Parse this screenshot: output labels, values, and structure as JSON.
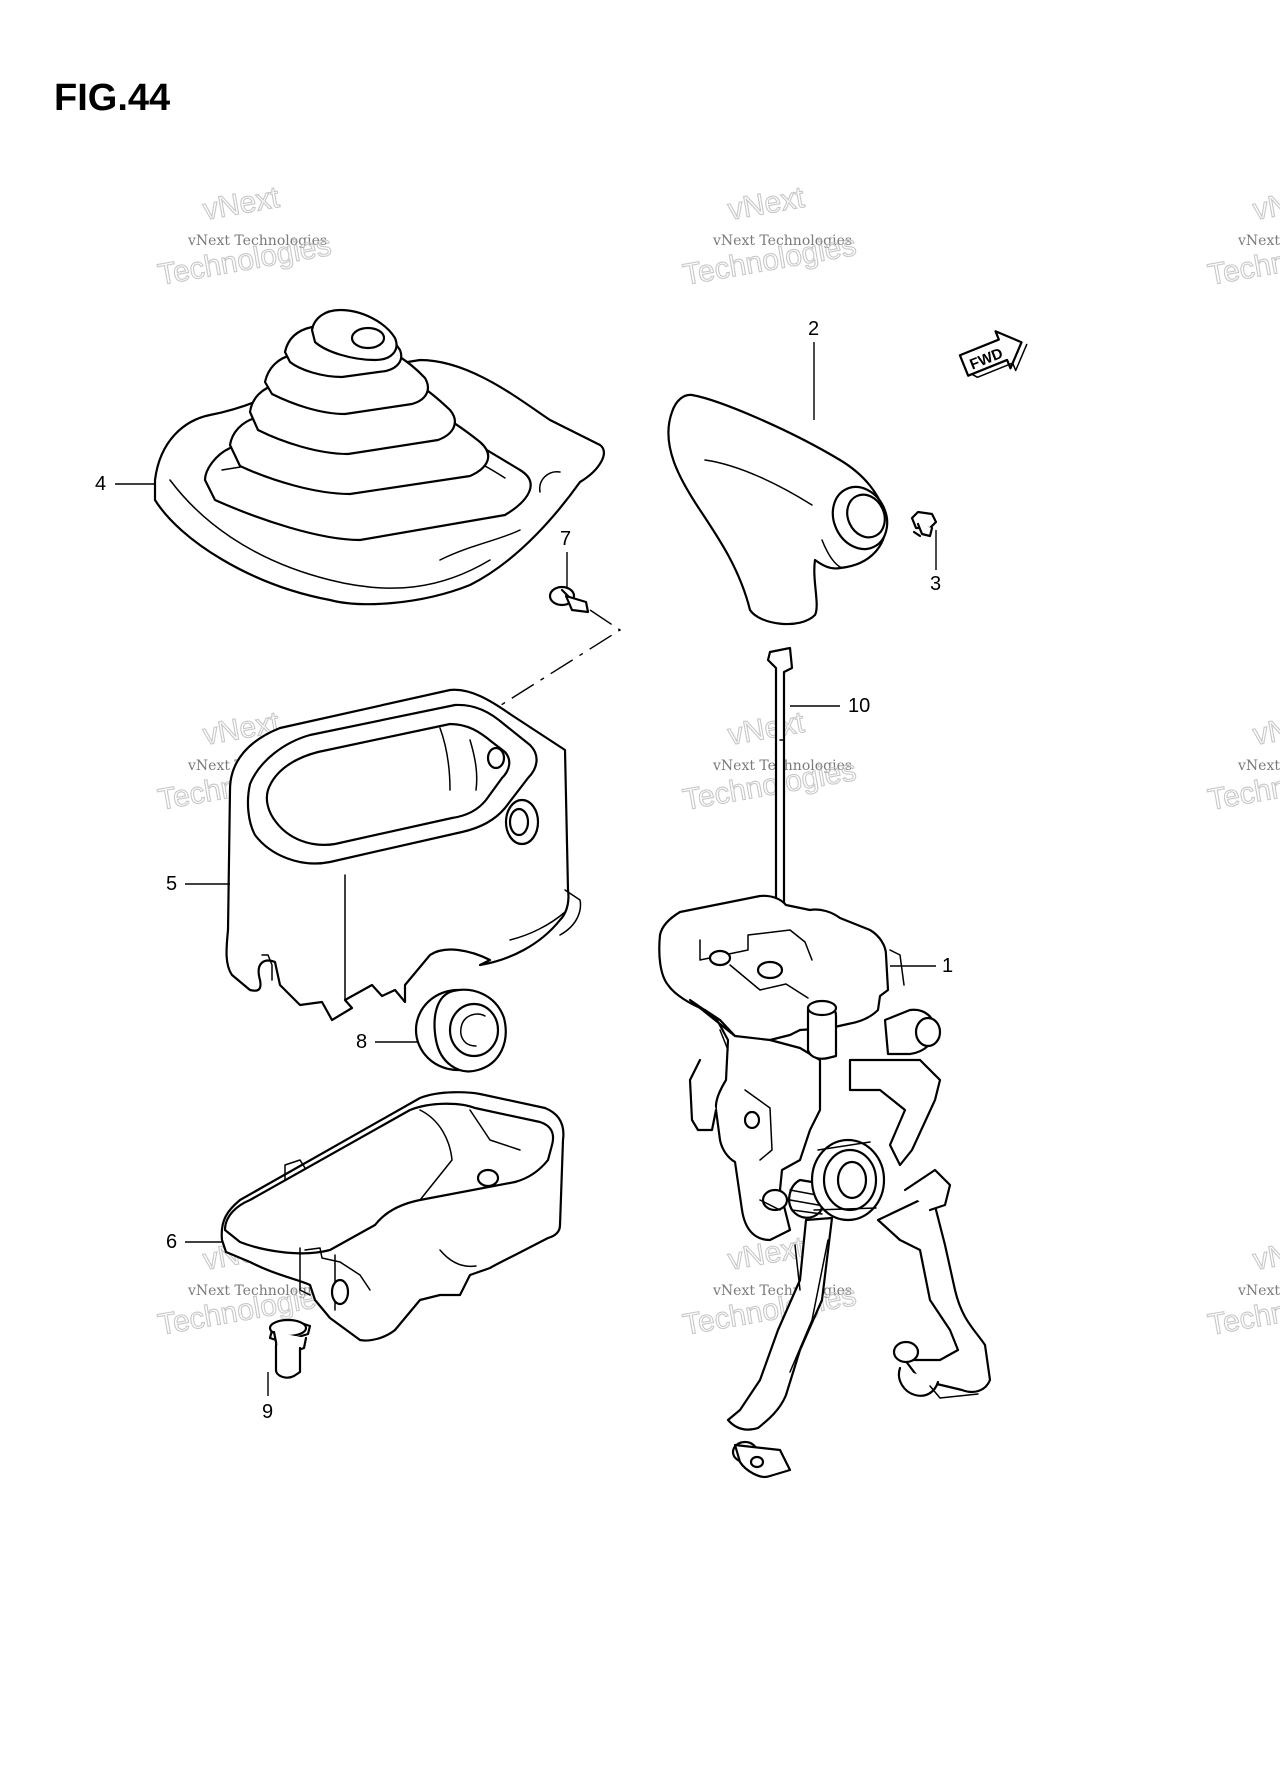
{
  "figure": {
    "title": "FIG.44",
    "direction_badge": "FWD"
  },
  "watermark": {
    "brand": "vNext",
    "word": "Technologies",
    "full": "vNext Technologies"
  },
  "callouts": [
    {
      "id": "1",
      "label": "1",
      "part": "gear-shift-lever-assembly"
    },
    {
      "id": "2",
      "label": "2",
      "part": "shift-knob"
    },
    {
      "id": "3",
      "label": "3",
      "part": "screw"
    },
    {
      "id": "4",
      "label": "4",
      "part": "shift-boot"
    },
    {
      "id": "5",
      "label": "5",
      "part": "upper-console-housing"
    },
    {
      "id": "6",
      "label": "6",
      "part": "lower-housing-tray"
    },
    {
      "id": "7",
      "label": "7",
      "part": "screw"
    },
    {
      "id": "8",
      "label": "8",
      "part": "grommet"
    },
    {
      "id": "9",
      "label": "9",
      "part": "bolt"
    },
    {
      "id": "10",
      "label": "10",
      "part": "shift-rod"
    }
  ]
}
